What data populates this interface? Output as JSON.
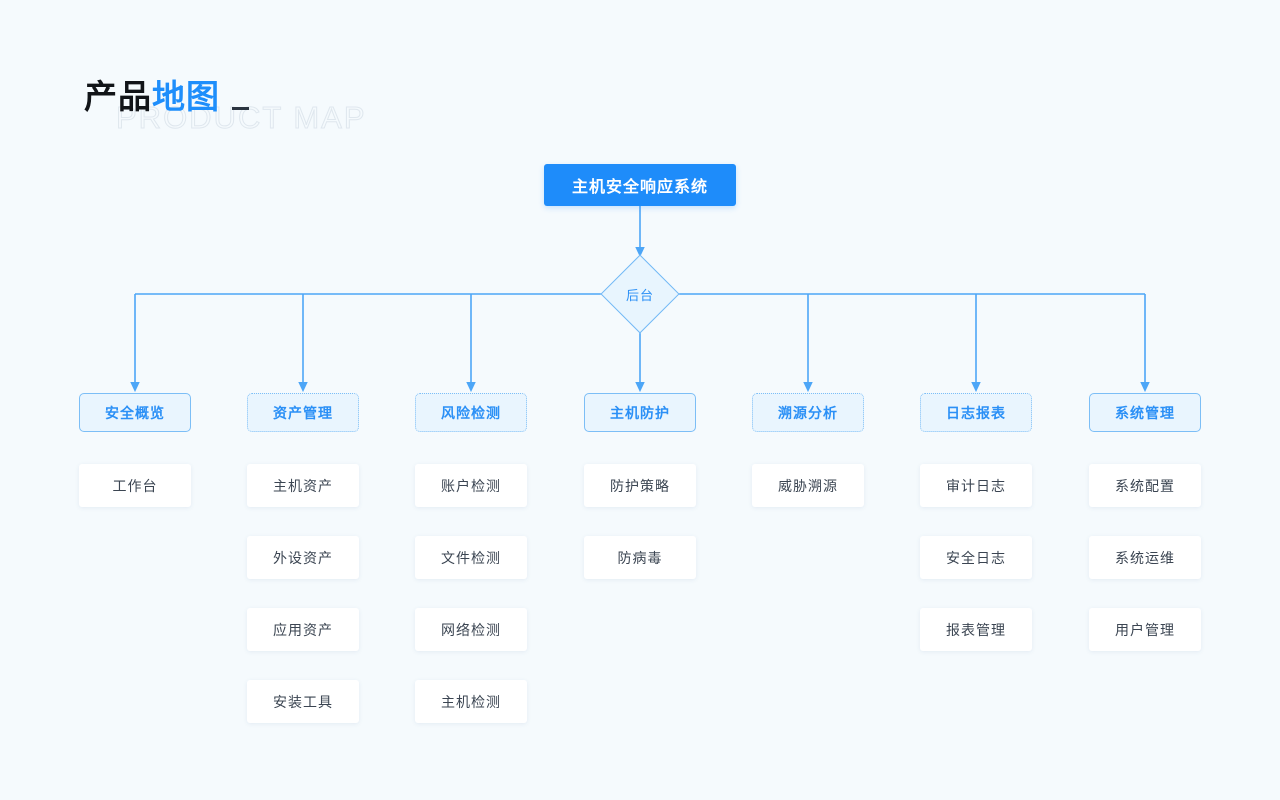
{
  "page": {
    "background_color": "#f5fafd",
    "accent_color": "#1e8cfa",
    "leaf_text_color": "#3b4552"
  },
  "title": {
    "cn_dark": "产品",
    "cn_blue": "地图",
    "ghost_en": "PRODUCT MAP"
  },
  "root": {
    "label": "主机安全响应系统"
  },
  "hub": {
    "label": "后台"
  },
  "columns": [
    {
      "header": "安全概览",
      "border": "solid",
      "items": [
        "工作台"
      ]
    },
    {
      "header": "资产管理",
      "border": "dotted",
      "items": [
        "主机资产",
        "外设资产",
        "应用资产",
        "安装工具"
      ]
    },
    {
      "header": "风险检测",
      "border": "dotted",
      "items": [
        "账户检测",
        "文件检测",
        "网络检测",
        "主机检测"
      ]
    },
    {
      "header": "主机防护",
      "border": "solid",
      "items": [
        "防护策略",
        "防病毒"
      ]
    },
    {
      "header": "溯源分析",
      "border": "dotted",
      "items": [
        "威胁溯源"
      ]
    },
    {
      "header": "日志报表",
      "border": "dotted",
      "items": [
        "审计日志",
        "安全日志",
        "报表管理"
      ]
    },
    {
      "header": "系统管理",
      "border": "solid",
      "items": [
        "系统配置",
        "系统运维",
        "用户管理"
      ]
    }
  ]
}
